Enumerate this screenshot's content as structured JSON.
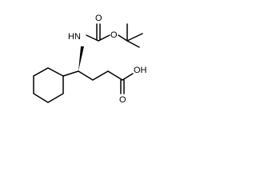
{
  "molecule": {
    "atoms": {
      "o_carbonyl_boc": "O",
      "nh": "HN",
      "o_ester_boc": "O",
      "oh": "OH",
      "o_carbonyl_acid": "O"
    }
  },
  "colors": {
    "bond": "#000000",
    "text": "#000000",
    "background": "#ffffff"
  }
}
